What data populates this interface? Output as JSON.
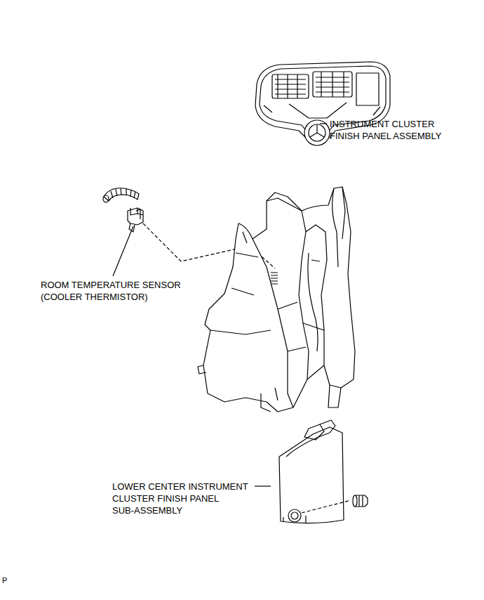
{
  "diagram": {
    "labels": [
      "INSTRUMENT CLUSTER FINISH PANEL ASSEMBLY",
      "ROOM TEMPERATURE SENSOR (COOLER THERMISTOR)",
      "LOWER CENTER INSTRUMENT CLUSTER FINISH PANEL SUB-ASSEMBLY",
      "P"
    ]
  }
}
